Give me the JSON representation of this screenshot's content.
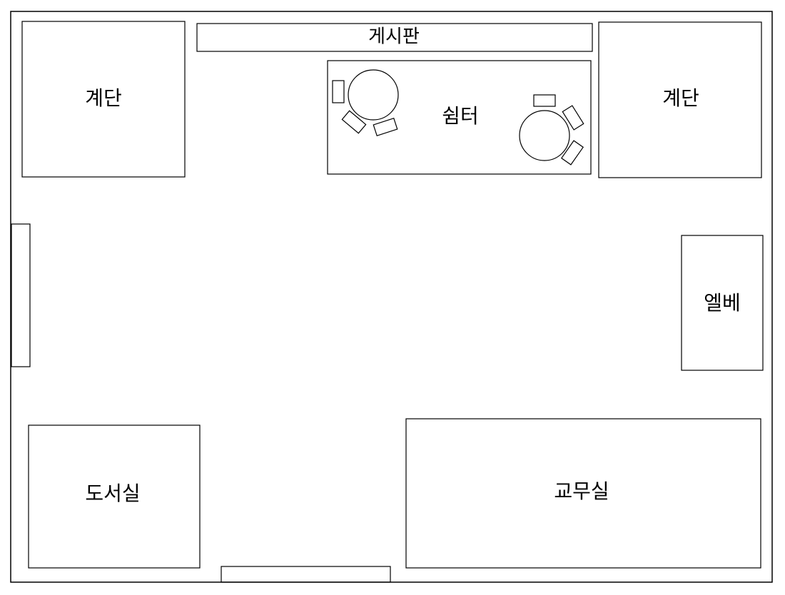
{
  "colors": {
    "stroke": "#000000",
    "background": "#ffffff"
  },
  "floor_plan": {
    "bulletin_board": "게시판",
    "stairs_left": "계단",
    "stairs_right": "계단",
    "rest_area": "쉼터",
    "elevator": "엘베",
    "library": "도서실",
    "teachers_office": "교무실"
  }
}
